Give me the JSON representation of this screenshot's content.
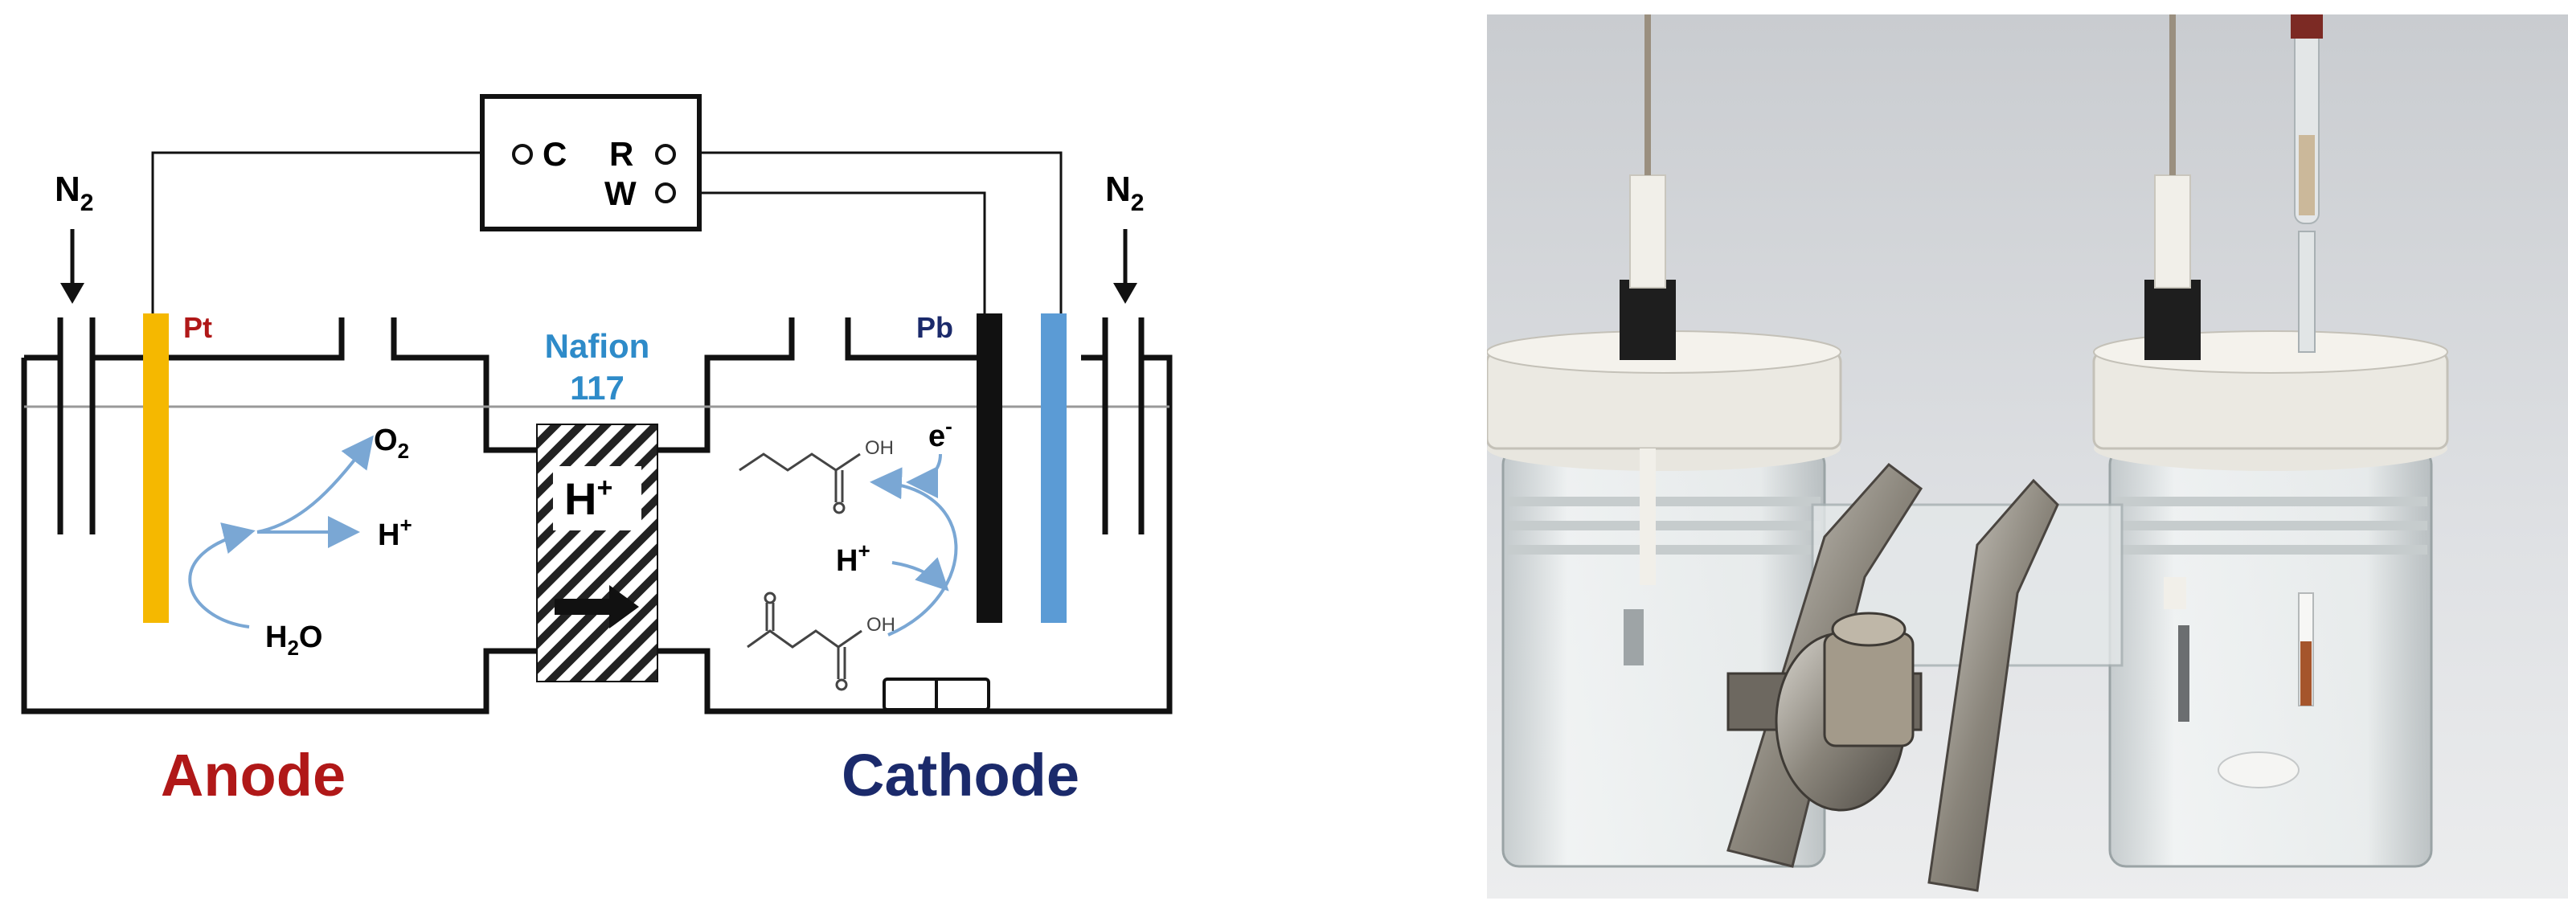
{
  "diagram": {
    "n2_left": "N",
    "n2_left_sub": "2",
    "n2_right": "N",
    "n2_right_sub": "2",
    "potentiostat": {
      "counter": "C",
      "reference": "R",
      "working": "W"
    },
    "pt_label": "Pt",
    "pb_label": "Pb",
    "membrane_line1": "Nafion",
    "membrane_line2": "117",
    "membrane_ion": "H",
    "membrane_ion_sup": "+",
    "anode_o2": "O",
    "anode_o2_sub": "2",
    "anode_h": "H",
    "anode_h_sup": "+",
    "anode_water": "H",
    "anode_water_sub": "2",
    "anode_water_tail": "O",
    "cathode_electron": "e",
    "cathode_electron_sup": "-",
    "cathode_h": "H",
    "cathode_h_sup": "+",
    "oh_product": "OH",
    "oh_reactant": "OH",
    "anode_label": "Anode",
    "cathode_label": "Cathode",
    "colors": {
      "pt": "#f5b800",
      "pb": "#111111",
      "reference": "#5b9bd5",
      "arrow": "#7aa7d4",
      "anode_text": "#b01818",
      "cathode_text": "#1b2a6b",
      "membrane_text": "#2e8bc9",
      "pt_text": "#b01818",
      "pb_text": "#1b2a6b"
    }
  },
  "photo": {
    "description_icon": "h-cell-photo"
  }
}
